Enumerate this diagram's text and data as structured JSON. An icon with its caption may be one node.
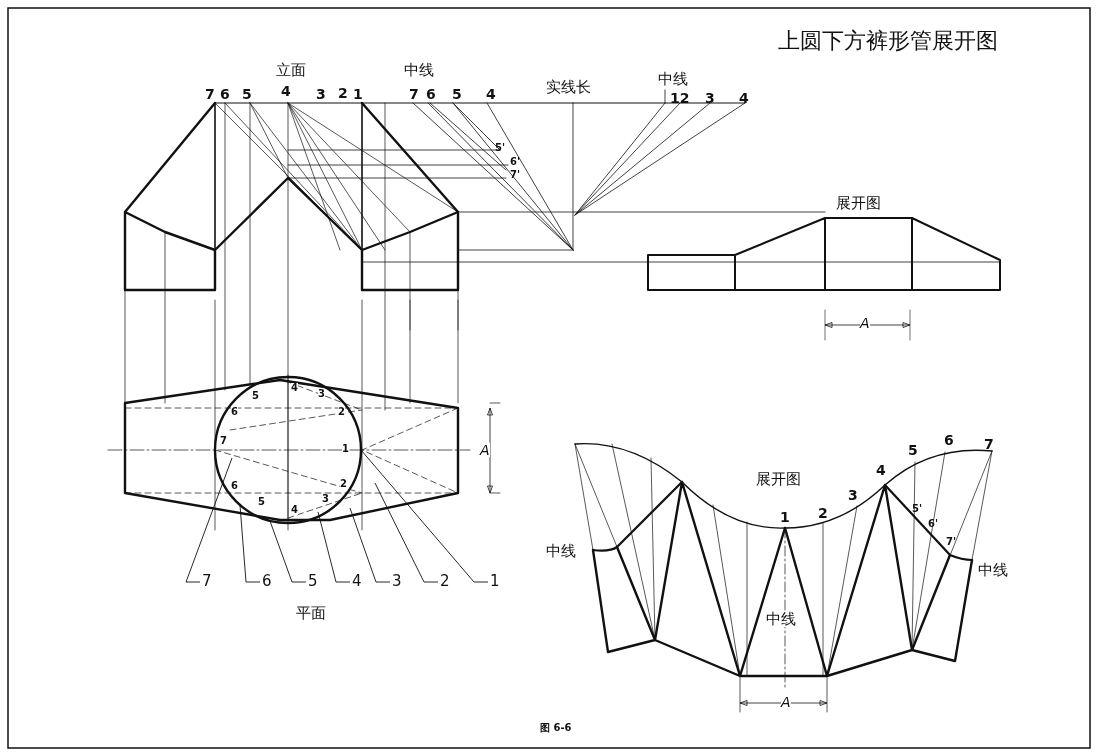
{
  "diagram": {
    "title": "上圆下方裤形管展开图",
    "caption": "图 6-6",
    "nodes": [
      {
        "text": [
          "7"
        ]
      },
      {
        "text": [
          "6"
        ]
      },
      {
        "text": [
          "5"
        ]
      },
      {
        "text": [
          "4"
        ]
      },
      {
        "text": [
          "3"
        ]
      },
      {
        "text": [
          "2"
        ]
      },
      {
        "text": [
          "1"
        ]
      }
    ],
    "edges": [
      {
        "from": 0,
        "to": null,
        "arrow": "none"
      },
      {
        "from": 1,
        "to": null,
        "arrow": "none"
      },
      {
        "from": 2,
        "to": null,
        "arrow": "none"
      },
      {
        "from": 3,
        "to": null,
        "arrow": "none"
      },
      {
        "from": 4,
        "to": null,
        "arrow": "none"
      },
      {
        "from": 5,
        "to": null,
        "arrow": "none"
      },
      {
        "from": 6,
        "to": null,
        "arrow": "none"
      }
    ],
    "labels": [
      "立面",
      "中线",
      "7",
      "6",
      "5",
      "4",
      "3",
      "2",
      "1",
      "7",
      "6",
      "5",
      "4",
      "实线长",
      "中线",
      "12",
      "3",
      "4",
      "5'",
      "6'",
      "7'",
      "展开图",
      "A",
      "4",
      "5",
      "3",
      "6",
      "2",
      "7",
      "1",
      "A",
      "6",
      "2",
      "5",
      "3",
      "4",
      "展开图",
      "5",
      "6",
      "7",
      "4",
      "3",
      "1",
      "2",
      "5'",
      "6'",
      "7'",
      "中线",
      "中线",
      "中线",
      "A",
      "平面"
    ]
  }
}
